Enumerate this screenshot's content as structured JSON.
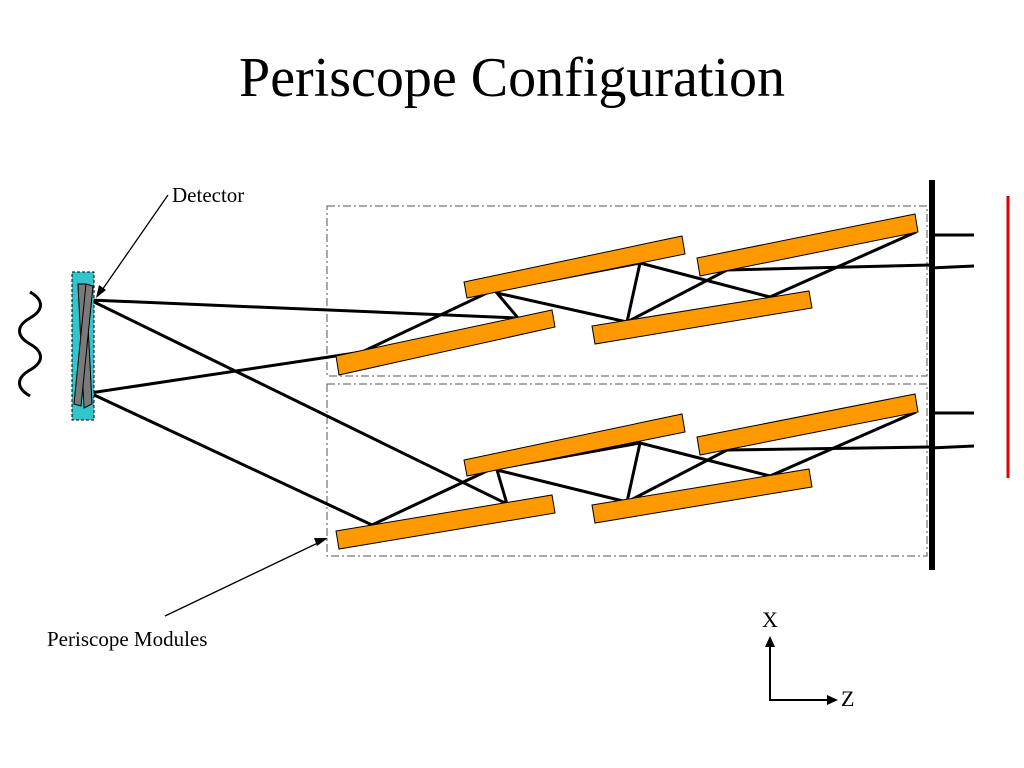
{
  "slide": {
    "title": "Periscope Configuration"
  },
  "labels": {
    "detector": "Detector",
    "modules": "Periscope Modules",
    "axis_x": "X",
    "axis_z": "Z"
  },
  "colors": {
    "mirror_fill": "#ff9900",
    "mirror_stroke": "#000000",
    "detector_fill": "#33c4cc",
    "detector_element": "#7a7a7a",
    "beam": "#000000",
    "aperture_wall": "#000000",
    "target_line": "#e00000",
    "module_outline": "#555555"
  },
  "icons": {
    "incoming_wave": "wave-icon"
  }
}
